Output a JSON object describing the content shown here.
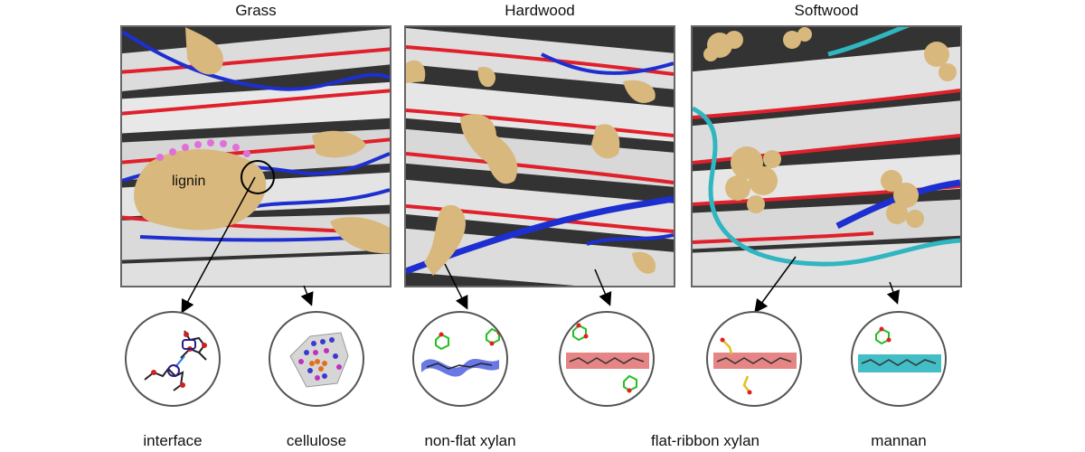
{
  "columns": {
    "grass": "Grass",
    "hardwood": "Hardwood",
    "softwood": "Softwood"
  },
  "annotations": {
    "lignin": "lignin"
  },
  "captions": {
    "interface": "interface",
    "cellulose": "cellulose",
    "nonflat": "non-flat xylan",
    "flatribbon": "flat-ribbon xylan",
    "mannan": "mannan"
  },
  "colors": {
    "cellulose": "#e6e6e6",
    "xylan": "#1d2fd0",
    "xylan_highlight": "#e0202a",
    "mannan": "#2fb6c0",
    "lignin": "#d8b87c",
    "background": "#3a3a3a"
  }
}
